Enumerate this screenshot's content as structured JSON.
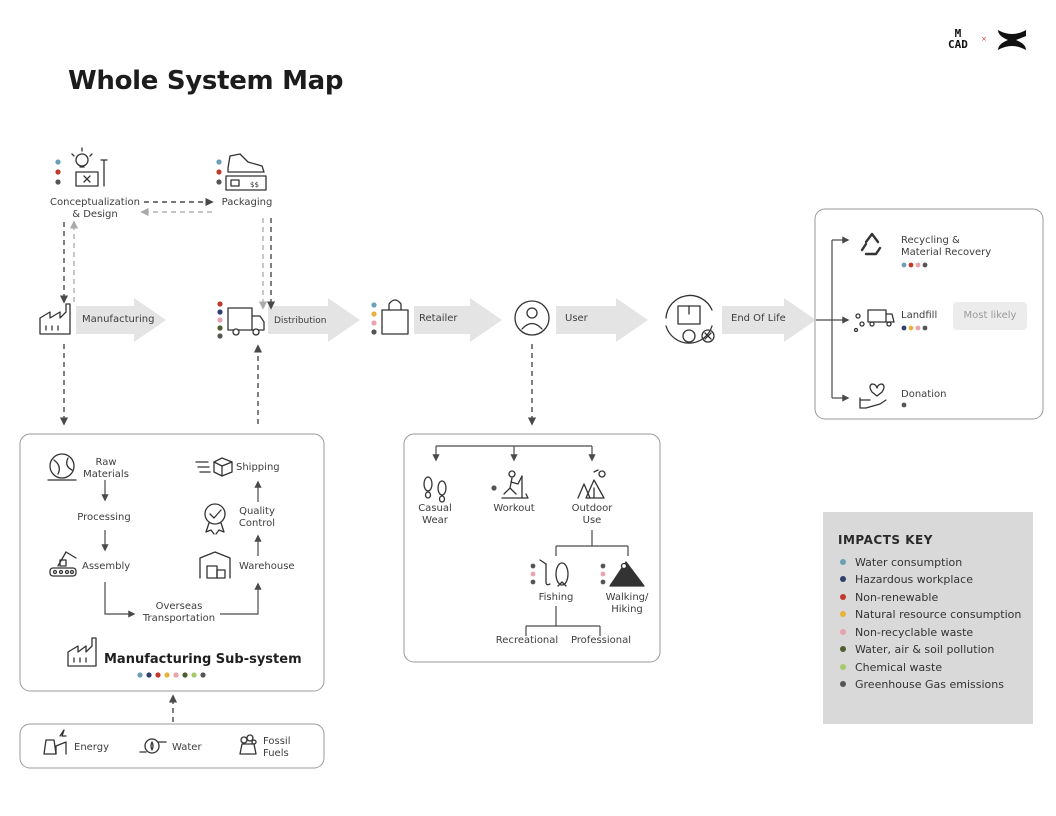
{
  "title": "Whole System Map",
  "logo": {
    "line1": "M",
    "line2": "CAD",
    "x": "×"
  },
  "stages": {
    "concept": "Conceptualization\n& Design",
    "packaging": "Packaging",
    "manufacturing": "Manufacturing",
    "distribution": "Distribution",
    "retailer": "Retailer",
    "user": "User",
    "eol": "End Of Life"
  },
  "end_of_life": {
    "recycling": "Recycling &\nMaterial Recovery",
    "landfill": "Landfill",
    "most_likely": "Most likely",
    "donation": "Donation"
  },
  "subsystem": {
    "title": "Manufacturing Sub-system",
    "raw_materials": "Raw\nMaterials",
    "processing": "Processing",
    "assembly": "Assembly",
    "overseas": "Overseas\nTransportation",
    "warehouse": "Warehouse",
    "quality": "Quality\nControl",
    "shipping": "Shipping"
  },
  "inputs": {
    "energy": "Energy",
    "water": "Water",
    "fossil": "Fossil\nFuels"
  },
  "use": {
    "casual": "Casual\nWear",
    "workout": "Workout",
    "outdoor": "Outdoor\nUse",
    "fishing": "Fishing",
    "walking": "Walking/\nHiking",
    "recreational": "Recreational",
    "professional": "Professional"
  },
  "impacts_key": {
    "title": "IMPACTS  KEY",
    "items": [
      {
        "label": "Water consumption",
        "color": "#6a9fb5"
      },
      {
        "label": "Hazardous workplace",
        "color": "#2f3f6e"
      },
      {
        "label": "Non-renewable",
        "color": "#c0392b"
      },
      {
        "label": "Natural resource consumption",
        "color": "#e8b23a"
      },
      {
        "label": "Non-recyclable waste",
        "color": "#e8a2b0"
      },
      {
        "label": "Water, air & soil pollution",
        "color": "#4f5d2f"
      },
      {
        "label": "Chemical waste",
        "color": "#a8c96a"
      },
      {
        "label": "Greenhouse Gas emissions",
        "color": "#555555"
      }
    ]
  },
  "stage_impacts": {
    "concept": [
      "#6a9fb5",
      "#c0392b",
      "#555555"
    ],
    "packaging": [
      "#6a9fb5",
      "#c0392b",
      "#555555"
    ],
    "distribution": [
      "#c0392b",
      "#2f3f6e",
      "#e8a2b0",
      "#4f5d2f",
      "#555555"
    ],
    "retailer": [
      "#6a9fb5",
      "#e8b23a",
      "#e8a2b0",
      "#555555"
    ],
    "recycling": [
      "#6a9fb5",
      "#c0392b",
      "#e8a2b0",
      "#555555"
    ],
    "landfill": [
      "#2f3f6e",
      "#e8b23a",
      "#e8a2b0",
      "#555555"
    ],
    "donation": [
      "#555555"
    ],
    "subsystem": [
      "#6a9fb5",
      "#2f3f6e",
      "#c0392b",
      "#e8b23a",
      "#e8a2b0",
      "#4f5d2f",
      "#a8c96a",
      "#555555"
    ],
    "workout": [
      "#555555"
    ],
    "fishing": [
      "#555555",
      "#e8a2b0",
      "#555555"
    ],
    "walking": [
      "#555555",
      "#e8a2b0",
      "#555555"
    ]
  },
  "icons": [
    "idea-design-icon",
    "shoe-box-icon",
    "factory-icon",
    "truck-icon",
    "shopping-bag-icon",
    "user-icon",
    "lifecycle-icon",
    "recycle-icon",
    "landfill-truck-icon",
    "donation-hand-icon",
    "globe-icon",
    "robot-arm-icon",
    "warehouse-icon",
    "badge-icon",
    "shipping-box-icon",
    "power-plant-icon",
    "water-pump-icon",
    "coal-icon",
    "footprints-icon",
    "treadmill-icon",
    "camping-icon",
    "fishing-icon",
    "hiking-icon"
  ]
}
